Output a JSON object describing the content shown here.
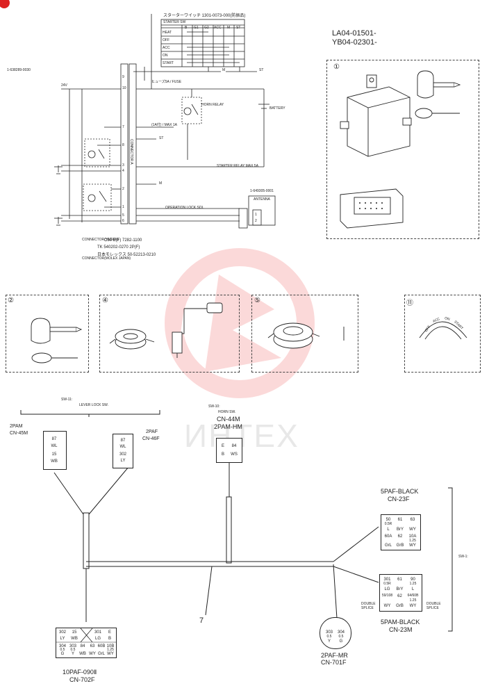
{
  "part_numbers": [
    "LA04-01501-",
    "YB04-02301-"
  ],
  "watermark": "ИНТЕХ",
  "schematic": {
    "switch_table_title": "スターターワイッチ 1301-0073-000(防振品)",
    "switch_table_sub": "STARTER SW",
    "switch_columns": [
      "B",
      "G1",
      "G2",
      "ACC",
      "M",
      "ST"
    ],
    "switch_rows": [
      "HEAT",
      "OFF",
      "ACC",
      "ON",
      "START"
    ],
    "ref_number": "1-638289-0030",
    "voltage": "24V",
    "fuse": "ヒューズ5A / FUSE",
    "horn_relay": "HORN RELAY",
    "battery": "BATTERY",
    "fuse2": "(1A付) / MAX 1A",
    "starter_relay": "STARTER RELAY MAX 5A",
    "connector_a": "CONNECTOR A",
    "antenna_ref": "1-649305-0001",
    "antenna": "ANTENNA",
    "operation_lock": "OPERATION LOCK SOL",
    "terminals": [
      "ST",
      "ST",
      "M",
      "M"
    ],
    "pin_numbers": [
      "9",
      "10",
      "7",
      "8",
      "3",
      "4",
      "2",
      "1",
      "5",
      "6"
    ],
    "antenna_pins": [
      "1",
      "2"
    ],
    "connector_note_1": "CONNECTOR(YAZAKI)",
    "connector_note_2": "C90 E(F) 7282-1100",
    "connector_note_3": "TK 540202-0270 2P(F)",
    "connector_note_4": "日本モレックス 50-52213-0210",
    "connector_note_5": "CONNECTOR(MOLEX JAPAN)"
  },
  "panels": {
    "p1": "①",
    "p2": "②",
    "p4": "④",
    "p5": "⑤",
    "p6": "⑪",
    "dial_labels": [
      "OFF",
      "ACC",
      "ON",
      "START"
    ]
  },
  "harness": {
    "sw11": "SW-11:",
    "lever_lock": "LEVER LOCK SW.",
    "sw10": "SW-10:",
    "horn_sw": "HORN SW.",
    "sw1": "SW-1:",
    "cn45m_type": "2PAM",
    "cn45m": "CN-45M",
    "cn45m_pins": [
      "87",
      "WL",
      "15",
      "WB"
    ],
    "cn46f_type": "2PAF",
    "cn46f": "CN-46F",
    "cn46f_pins": [
      "87",
      "WL",
      "302",
      "LY"
    ],
    "cn44m": "CN-44M",
    "cn44m_type": "2PAM-HM",
    "cn44m_pins": [
      "E",
      "84",
      "B",
      "WS"
    ],
    "cn23f_type": "5PAF-BLACK",
    "cn23f": "CN-23F",
    "cn23f_pins": [
      "50",
      "61",
      "63",
      "0.5R",
      "",
      "",
      "L",
      "BrY",
      "WY",
      "60A",
      "62",
      "10A",
      "",
      "",
      "1.25",
      "GrL",
      "GrB",
      "WY"
    ],
    "cn23m_type": "5PAM-BLACK",
    "cn23m": "CN-23M",
    "cn23m_pins": [
      "301",
      "61",
      "90",
      "0.5R",
      "",
      "1.25",
      "LG",
      "BrY",
      "L",
      "59/108",
      "62",
      "64/60B",
      "",
      "",
      "1.25",
      "WY",
      "GrB",
      "WY"
    ],
    "double_splice": "DOUBLE SPLICE",
    "cn702f_type": "10PAF-090Ⅱ",
    "cn702f": "CN-702F",
    "cn702f_pins": [
      "302",
      "15",
      "",
      "301",
      "E",
      "LY",
      "WB",
      "",
      "LG",
      "B",
      "304",
      "303",
      "84",
      "63",
      "60B",
      "10B",
      "0.5",
      "0.5",
      "",
      "",
      "",
      "1.25",
      "G",
      "Y",
      "WB",
      "WY",
      "GrL",
      "WY"
    ],
    "cn701f_type": "2PAF-MR",
    "cn701f": "CN-701F",
    "cn701f_pins": [
      "303",
      "304",
      "0.5",
      "0.5",
      "Y",
      "G"
    ],
    "harness_number": "7"
  }
}
